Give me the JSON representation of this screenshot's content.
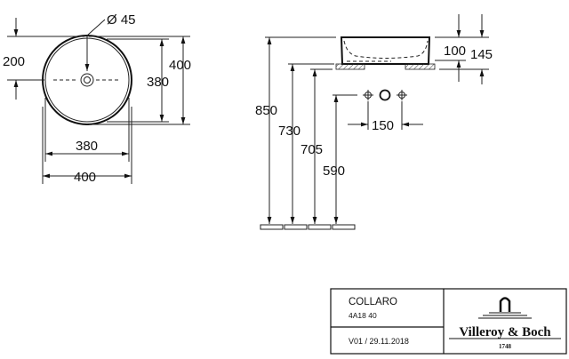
{
  "top_view": {
    "drain_diameter": "Ø 45",
    "center_offset": "200",
    "outer_depth": "400",
    "inner_depth": "380",
    "inner_width": "380",
    "outer_width": "400"
  },
  "side_view": {
    "height_top": "850",
    "height_730": "730",
    "height_705": "705",
    "height_590": "590",
    "tap_spacing": "150",
    "basin_inner_height": "100",
    "basin_height": "145"
  },
  "title_block": {
    "product_name": "COLLARO",
    "article_number": "4A18 40",
    "version_date": "V01 / 29.11.2018",
    "brand": "Villeroy & Boch",
    "brand_year": "1748"
  }
}
